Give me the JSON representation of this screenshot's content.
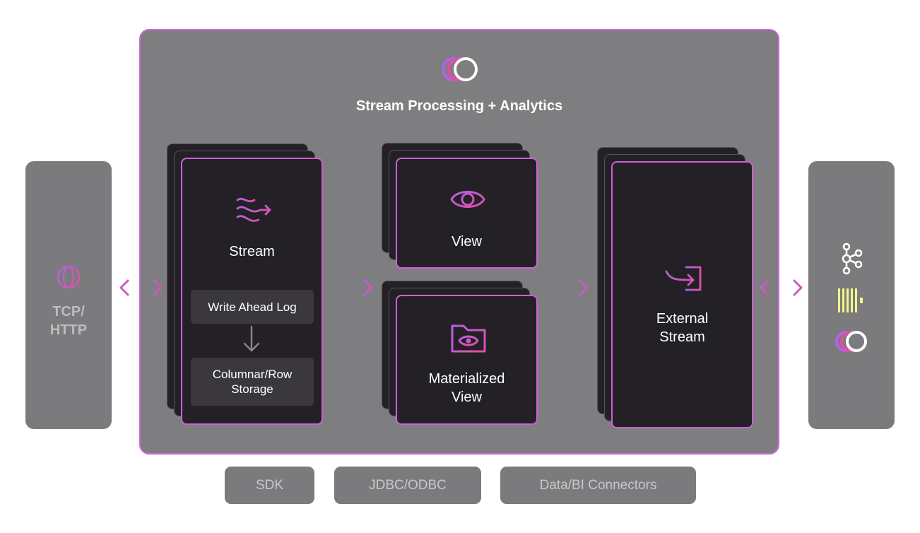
{
  "main": {
    "title": "Stream Processing + Analytics"
  },
  "left_panel": {
    "label_line1": "TCP/",
    "label_line2": "HTTP",
    "icon": "globe-icon"
  },
  "right_panel": {
    "icons": [
      "kafka-icon",
      "barcode-icon",
      "logo-rings-icon"
    ]
  },
  "cards": {
    "stream": {
      "label": "Stream",
      "icon": "stream-waves-icon"
    },
    "wal": {
      "label": "Write Ahead Log"
    },
    "storage": {
      "line1": "Columnar/Row",
      "line2": "Storage"
    },
    "view": {
      "label": "View",
      "icon": "eye-icon"
    },
    "mat_view": {
      "line1": "Materialized",
      "line2": "View",
      "icon": "folder-eye-icon"
    },
    "external": {
      "line1": "External",
      "line2": "Stream",
      "icon": "export-arrow-icon"
    }
  },
  "bottom": {
    "sdk": "SDK",
    "jdbc": "JDBC/ODBC",
    "connectors": "Data/BI Connectors"
  },
  "colors": {
    "accent_pink": "#e14fa8",
    "accent_purple": "#b561e8",
    "card_bg": "#232126",
    "panel_gray": "#7e7e80",
    "barcode_yellow": "#f2f58a"
  }
}
